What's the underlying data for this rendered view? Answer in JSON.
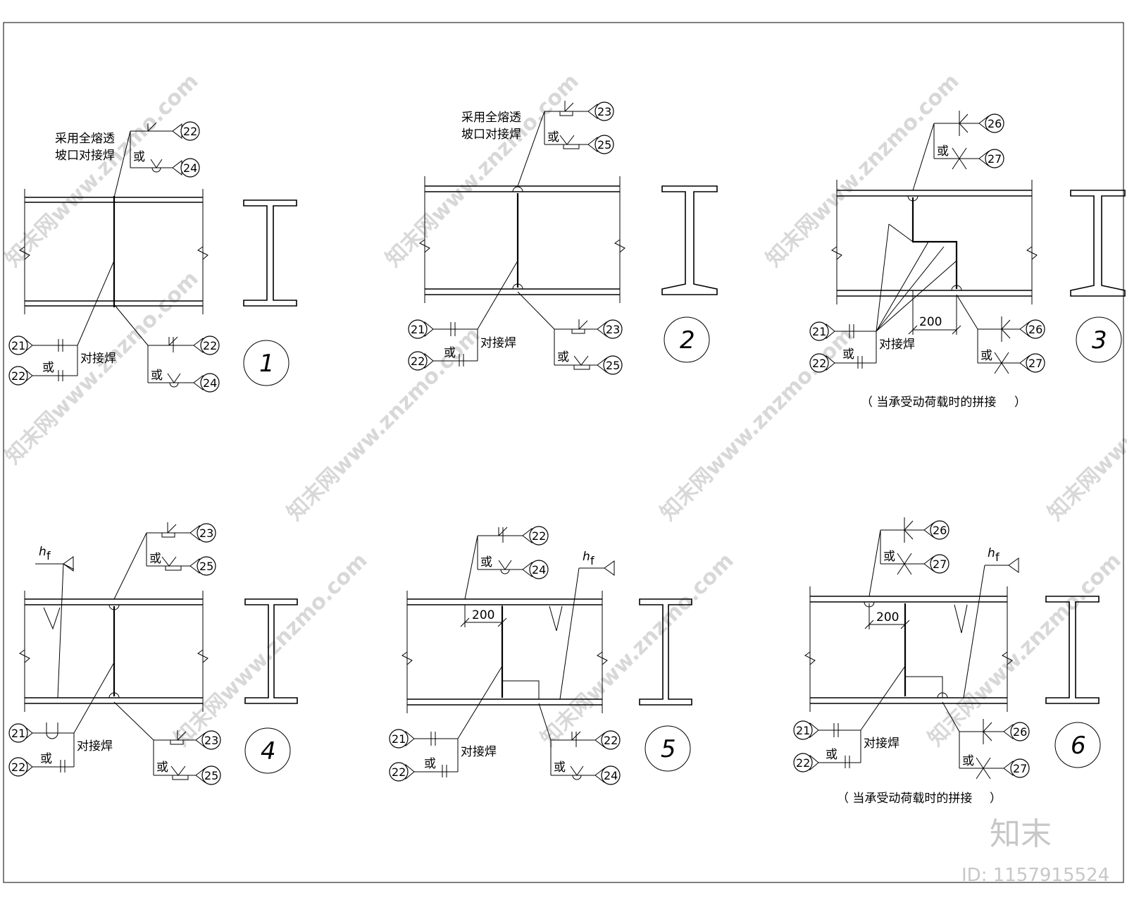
{
  "watermark": {
    "text": "知末网www.znzmo.com",
    "brand": "知末",
    "id": "ID: 1157915524"
  },
  "labels": {
    "full_pen_line1": "采用全熔透",
    "full_pen_line2": "坡口对接焊",
    "butt_weld": "对接焊",
    "or": "或",
    "hf_h": "h",
    "hf_sub": "f",
    "dim_200": "200",
    "dynamic_load_note": "（ 当承受动荷载时的拼接",
    "dynamic_load_close": "）"
  },
  "details": [
    {
      "num": "1"
    },
    {
      "num": "2"
    },
    {
      "num": "3"
    },
    {
      "num": "4"
    },
    {
      "num": "5"
    },
    {
      "num": "6"
    }
  ],
  "weld_refs": {
    "r21": "21",
    "r22": "22",
    "r23": "23",
    "r24": "24",
    "r25": "25",
    "r26": "26",
    "r27": "27"
  }
}
